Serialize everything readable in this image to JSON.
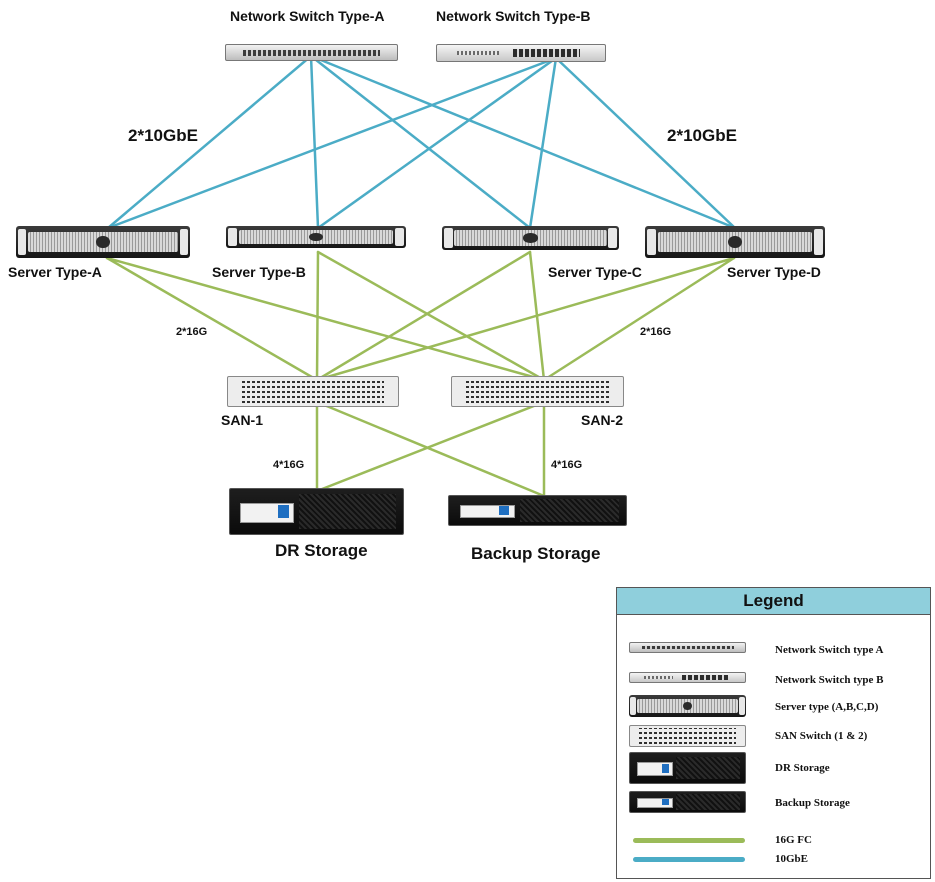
{
  "colors": {
    "fc": "#9bbb59",
    "gbe": "#4bacc6",
    "legend_header": "#8fcfdc"
  },
  "switches": [
    {
      "id": "switch-a",
      "label": "Network Switch Type-A"
    },
    {
      "id": "switch-b",
      "label": "Network Switch Type-B"
    }
  ],
  "servers": [
    {
      "id": "server-a",
      "label": "Server Type-A"
    },
    {
      "id": "server-b",
      "label": "Server Type-B"
    },
    {
      "id": "server-c",
      "label": "Server Type-C"
    },
    {
      "id": "server-d",
      "label": "Server Type-D"
    }
  ],
  "san": [
    {
      "id": "san-1",
      "label": "SAN-1"
    },
    {
      "id": "san-2",
      "label": "SAN-2"
    }
  ],
  "storage": [
    {
      "id": "dr-storage",
      "label": "DR Storage"
    },
    {
      "id": "backup-storage",
      "label": "Backup Storage"
    }
  ],
  "bandwidth_labels": {
    "gbe_left": "2*10GbE",
    "gbe_right": "2*10GbE",
    "fc_server_left": "2*16G",
    "fc_server_right": "2*16G",
    "fc_storage_left": "4*16G",
    "fc_storage_right": "4*16G"
  },
  "links": [
    {
      "from": "switch-a",
      "to": "server-a",
      "type": "10GbE"
    },
    {
      "from": "switch-a",
      "to": "server-b",
      "type": "10GbE"
    },
    {
      "from": "switch-a",
      "to": "server-c",
      "type": "10GbE"
    },
    {
      "from": "switch-a",
      "to": "server-d",
      "type": "10GbE"
    },
    {
      "from": "switch-b",
      "to": "server-a",
      "type": "10GbE"
    },
    {
      "from": "switch-b",
      "to": "server-b",
      "type": "10GbE"
    },
    {
      "from": "switch-b",
      "to": "server-c",
      "type": "10GbE"
    },
    {
      "from": "switch-b",
      "to": "server-d",
      "type": "10GbE"
    },
    {
      "from": "server-a",
      "to": "san-1",
      "type": "16G FC"
    },
    {
      "from": "server-a",
      "to": "san-2",
      "type": "16G FC"
    },
    {
      "from": "server-b",
      "to": "san-1",
      "type": "16G FC"
    },
    {
      "from": "server-b",
      "to": "san-2",
      "type": "16G FC"
    },
    {
      "from": "server-c",
      "to": "san-1",
      "type": "16G FC"
    },
    {
      "from": "server-c",
      "to": "san-2",
      "type": "16G FC"
    },
    {
      "from": "server-d",
      "to": "san-1",
      "type": "16G FC"
    },
    {
      "from": "server-d",
      "to": "san-2",
      "type": "16G FC"
    },
    {
      "from": "san-1",
      "to": "dr-storage",
      "type": "16G FC"
    },
    {
      "from": "san-1",
      "to": "backup-storage",
      "type": "16G FC"
    },
    {
      "from": "san-2",
      "to": "dr-storage",
      "type": "16G FC"
    },
    {
      "from": "san-2",
      "to": "backup-storage",
      "type": "16G FC"
    }
  ],
  "legend": {
    "title": "Legend",
    "items": [
      {
        "icon": "network-switch-a",
        "label": "Network Switch type A"
      },
      {
        "icon": "network-switch-b",
        "label": "Network Switch type B"
      },
      {
        "icon": "server",
        "label": "Server type (A,B,C,D)"
      },
      {
        "icon": "san-switch",
        "label": "SAN Switch (1 & 2)"
      },
      {
        "icon": "dr-storage",
        "label": "DR Storage"
      },
      {
        "icon": "backup-storage",
        "label": "Backup Storage"
      },
      {
        "icon": "line-16g-fc",
        "label": "16G FC"
      },
      {
        "icon": "line-10gbe",
        "label": "10GbE"
      }
    ]
  }
}
